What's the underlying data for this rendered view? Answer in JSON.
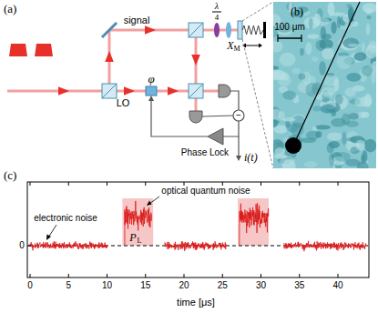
{
  "diagram": {
    "labels": [
      "(a)",
      "signal",
      "λ",
      "4",
      "X",
      "M",
      "LO",
      "φ",
      "−",
      "Phase Lock",
      "i(t)",
      "(b)",
      "100 μm",
      "(c)",
      "electronic noise",
      "optical quantum noise",
      "P",
      "L",
      "0",
      "0",
      "5",
      "10",
      "15",
      "20",
      "25",
      "30",
      "35",
      "40",
      "time [μs]"
    ]
  }
}
